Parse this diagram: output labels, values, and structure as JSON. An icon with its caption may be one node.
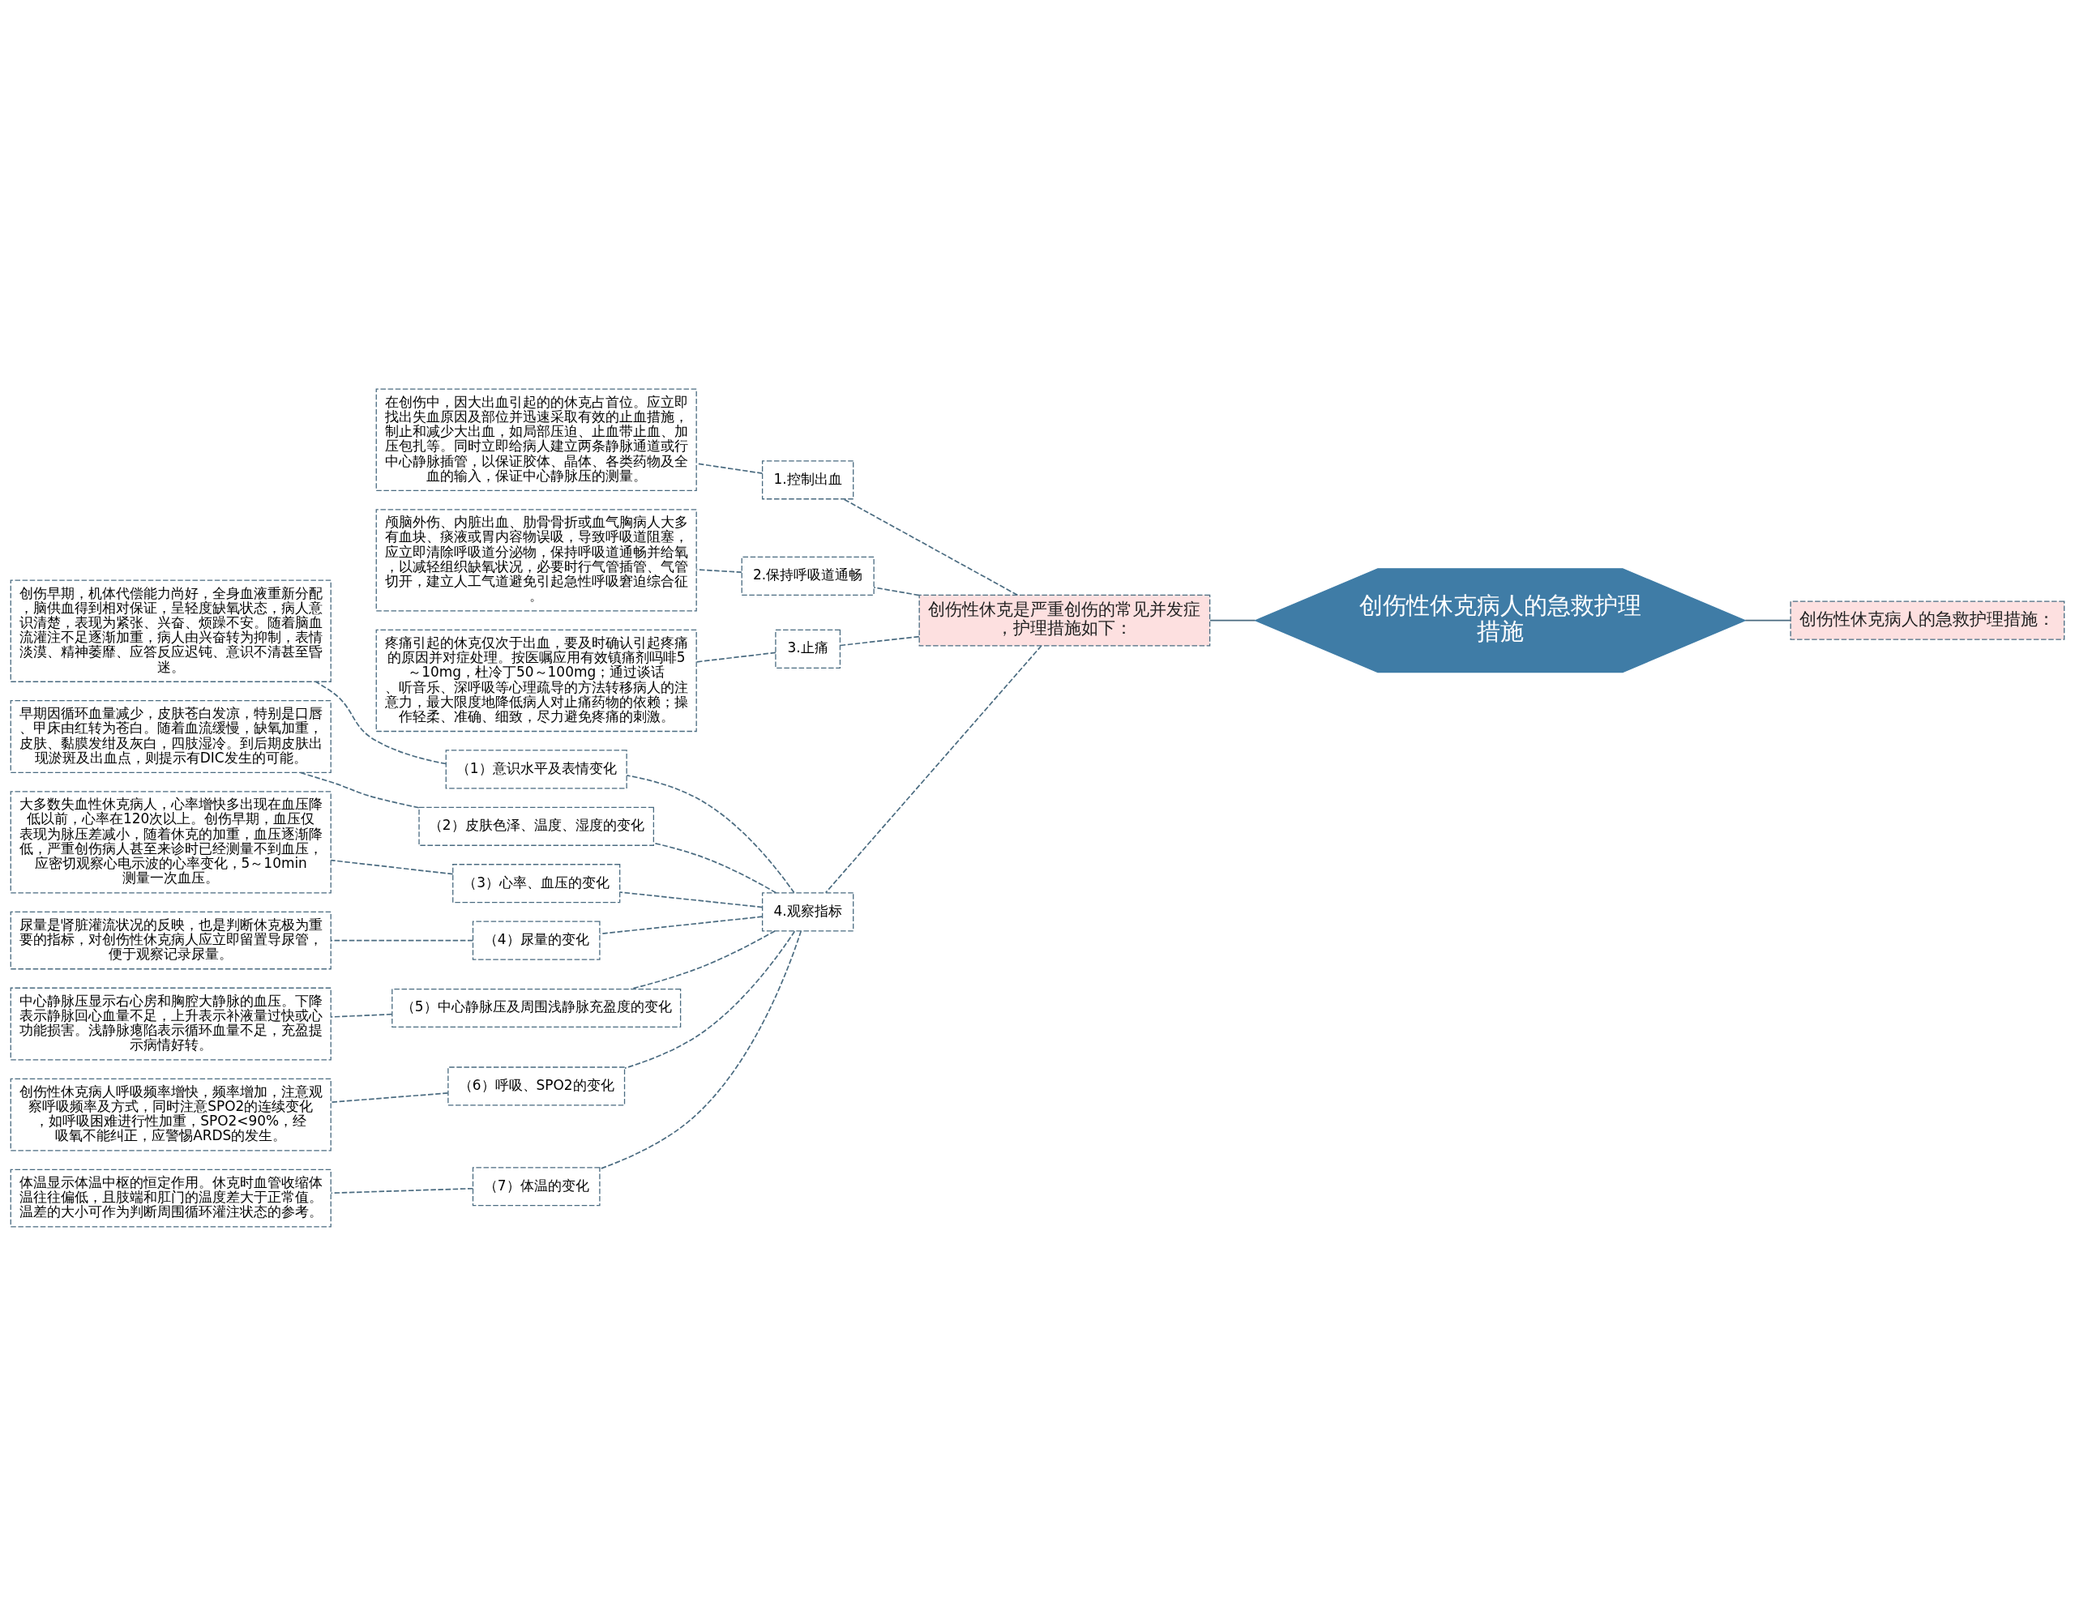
{
  "diagram": {
    "nodes": [
      {
        "text": [
          "创伤性休克病人的急救护理措施"
        ]
      },
      {
        "text": [
          "创伤性休克病人的急救护理措施："
        ]
      },
      {
        "text": [
          "创伤性休克是严重创伤的常见并发症，护理措施如下："
        ]
      },
      {
        "text": [
          "1.控制出血"
        ]
      },
      {
        "text": [
          "在创伤中，因大出血引起的的休克占首位。应立即找出失血原因及部位并迅速采取有效的止血措施，制止和减少大出血，如局部压迫、止血带止血、加压包扎等。同时立即给病人建立两条静脉通道或行中心静脉插管，以保证胶体、晶体、各类药物及全血的输入，保证中心静脉压的测量。"
        ]
      },
      {
        "text": [
          "2.保持呼吸道通畅"
        ]
      },
      {
        "text": [
          "颅脑外伤、内脏出血、肋骨骨折或血气胸病人大多有血块、痰液或胃内容物误吸，导致呼吸道阻塞，应立即清除呼吸道分泌物，保持呼吸道通畅并给氧，以减轻组织缺氧状况，必要时行气管插管、气管切开，建立人工气道避免引起急性呼吸窘迫综合征。"
        ]
      },
      {
        "text": [
          "3.止痛"
        ]
      },
      {
        "text": [
          "疼痛引起的休克仅次于出血，要及时确认引起疼痛的原因并对症处理。按医嘱应用有效镇痛剂吗啡5～10mg，杜冷丁50～100mg；通过谈话、听音乐、深呼吸等心理疏导的方法转移病人的注意力，最大限度地降低病人对止痛药物的依赖；操作轻柔、准确、细致，尽力避免疼痛的刺激。"
        ]
      },
      {
        "text": [
          "4.观察指标"
        ]
      },
      {
        "text": [
          "（1）意识水平及表情变化"
        ]
      },
      {
        "text": [
          "创伤早期，机体代偿能力尚好，全身血液重新分配，脑供血得到相对保证，呈轻度缺氧状态，病人意识清楚，表现为紧张、兴奋、烦躁不安。随着脑血流灌注不足逐渐加重，病人由兴奋转为抑制，表情淡漠、精神萎靡、应答反应迟钝、意识不清甚至昏迷。"
        ]
      },
      {
        "text": [
          "（2）皮肤色泽、温度、湿度的变化"
        ]
      },
      {
        "text": [
          "早期因循环血量减少，皮肤苍白发凉，特别是口唇、甲床由红转为苍白。随着血流缓慢，缺氧加重，皮肤、黏膜发绀及灰白，四肢湿冷。到后期皮肤出现淤斑及出血点，则提示有DIC发生的可能。"
        ]
      },
      {
        "text": [
          "（3）心率、血压的变化"
        ]
      },
      {
        "text": [
          "大多数失血性休克病人，心率增快多出现在血压降低以前，心率在120次以上。创伤早期，血压仅表现为脉压差减小，随着休克的加重，血压逐渐降低，严重创伤病人甚至来诊时已经测量不到血压，应密切观察心电示波的心率变化，5～10min测量一次血压。"
        ]
      },
      {
        "text": [
          "（4）尿量的变化"
        ]
      },
      {
        "text": [
          "尿量是肾脏灌流状况的反映，也是判断休克极为重要的指标，对创伤性休克病人应立即留置导尿管，便于观察记录尿量。"
        ]
      },
      {
        "text": [
          "（5）中心静脉压及周围浅静脉充盈度的变化"
        ]
      },
      {
        "text": [
          "中心静脉压显示右心房和胸腔大静脉的血压。下降表示静脉回心血量不足，上升表示补液量过快或心功能损害。浅静脉瘪陷表示循环血量不足，充盈提示病情好转。"
        ]
      },
      {
        "text": [
          "（6）呼吸、SPO2的变化"
        ]
      },
      {
        "text": [
          "创伤性休克病人呼吸频率增快，频率增加，注意观察呼吸频率及方式，同时注意SPO2的连续变化，如呼吸困难进行性加重，SPO2<90%，经吸氧不能纠正，应警惕ARDS的发生。"
        ]
      },
      {
        "text": [
          "（7）体温的变化"
        ]
      },
      {
        "text": [
          "体温显示体温中枢的恒定作用。休克时血管收缩体温往往偏低，且肢端和肛门的温度差大于正常值。温差的大小可作为判断周围循环灌注状态的参考。"
        ]
      }
    ],
    "edges": [
      {
        "from": 0,
        "to": 1,
        "arrow": "none"
      },
      {
        "from": 0,
        "to": 2,
        "arrow": "none"
      },
      {
        "from": 2,
        "to": 3,
        "arrow": "none",
        "style": "dashed"
      },
      {
        "from": 3,
        "to": 4,
        "arrow": "none",
        "style": "dashed"
      },
      {
        "from": 2,
        "to": 5,
        "arrow": "none",
        "style": "dashed"
      },
      {
        "from": 5,
        "to": 6,
        "arrow": "none",
        "style": "dashed"
      },
      {
        "from": 2,
        "to": 7,
        "arrow": "none",
        "style": "dashed"
      },
      {
        "from": 7,
        "to": 8,
        "arrow": "none",
        "style": "dashed"
      },
      {
        "from": 2,
        "to": 9,
        "arrow": "none",
        "style": "dashed"
      },
      {
        "from": 9,
        "to": 10,
        "arrow": "none",
        "style": "dashed"
      },
      {
        "from": 10,
        "to": 11,
        "arrow": "none",
        "style": "dashed"
      },
      {
        "from": 9,
        "to": 12,
        "arrow": "none",
        "style": "dashed"
      },
      {
        "from": 12,
        "to": 13,
        "arrow": "none",
        "style": "dashed"
      },
      {
        "from": 9,
        "to": 14,
        "arrow": "none",
        "style": "dashed"
      },
      {
        "from": 14,
        "to": 15,
        "arrow": "none",
        "style": "dashed"
      },
      {
        "from": 9,
        "to": 16,
        "arrow": "none",
        "style": "dashed"
      },
      {
        "from": 16,
        "to": 17,
        "arrow": "none",
        "style": "dashed"
      },
      {
        "from": 9,
        "to": 18,
        "arrow": "none",
        "style": "dashed"
      },
      {
        "from": 18,
        "to": 19,
        "arrow": "none",
        "style": "dashed"
      },
      {
        "from": 9,
        "to": 20,
        "arrow": "none",
        "style": "dashed"
      },
      {
        "from": 20,
        "to": 21,
        "arrow": "none",
        "style": "dashed"
      },
      {
        "from": 9,
        "to": 22,
        "arrow": "none",
        "style": "dashed"
      },
      {
        "from": 22,
        "to": 23,
        "arrow": "none",
        "style": "dashed"
      }
    ]
  }
}
